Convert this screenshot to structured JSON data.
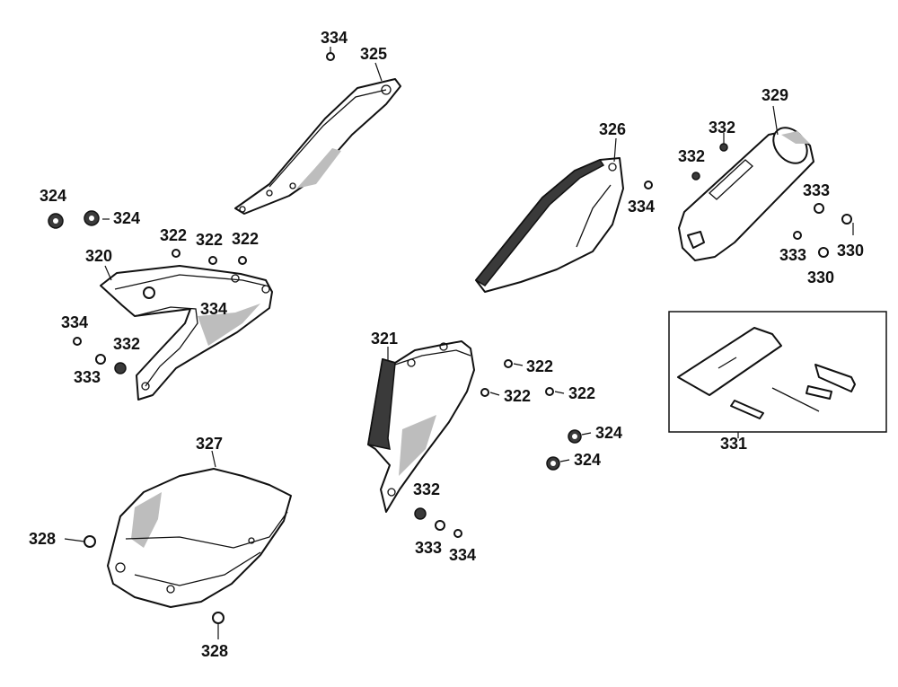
{
  "callouts": {
    "c320": "320",
    "c321": "321",
    "c322a": "322",
    "c322b": "322",
    "c322c": "322",
    "c322d": "322",
    "c322e": "322",
    "c322f": "322",
    "c324a": "324",
    "c324b": "324",
    "c324c": "324",
    "c324d": "324",
    "c325": "325",
    "c326": "326",
    "c327": "327",
    "c328a": "328",
    "c328b": "328",
    "c329": "329",
    "c330a": "330",
    "c330b": "330",
    "c331": "331",
    "c332a": "332",
    "c332b": "332",
    "c332c": "332",
    "c332d": "332",
    "c333a": "333",
    "c333b": "333",
    "c333c": "333",
    "c333d": "333",
    "c334a": "334",
    "c334b": "334",
    "c334c": "334",
    "c334d": "334",
    "c334e": "334"
  }
}
